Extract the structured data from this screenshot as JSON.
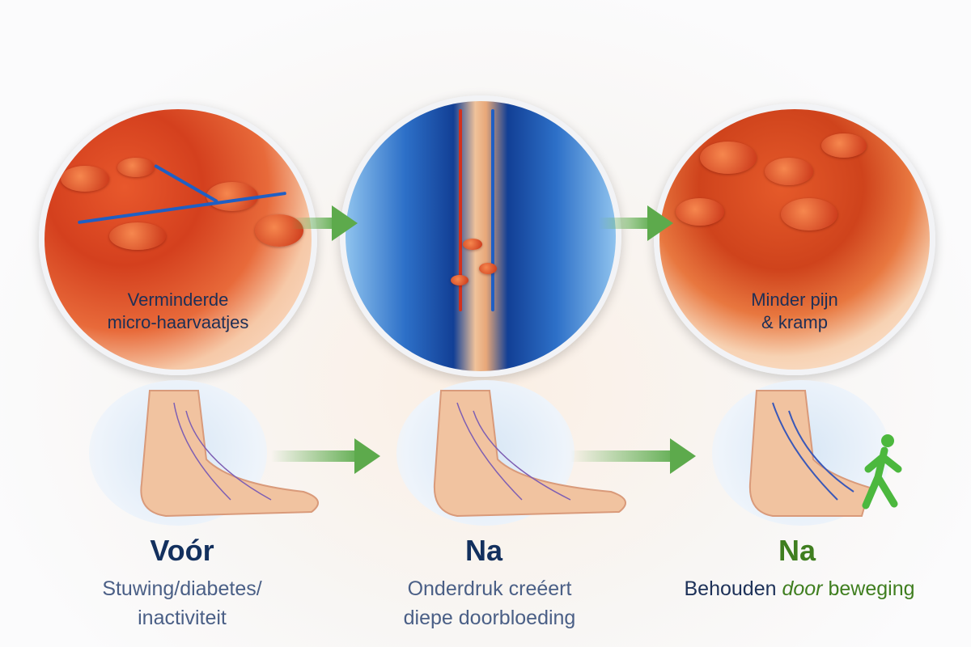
{
  "panels": [
    {
      "circle_label_1": "Verminderde",
      "circle_label_2": "micro-haarvaatjes",
      "title": "Voór",
      "subtitle_1": "Stuwing/diabetes/",
      "subtitle_2": "inactiviteit"
    },
    {
      "title": "Na",
      "subtitle_1": "Onderdruk creéert",
      "subtitle_2": "diepe doorbloeding"
    },
    {
      "circle_label_1": "Minder pijn",
      "circle_label_2": "& kramp",
      "title": "Na",
      "subtitle_before": "Behouden",
      "subtitle_italic": "door",
      "subtitle_after": "beweging"
    }
  ],
  "colors": {
    "title_blue": "#13305e",
    "title_green": "#3f7e1f",
    "arrow_green": "#5daa4c"
  }
}
